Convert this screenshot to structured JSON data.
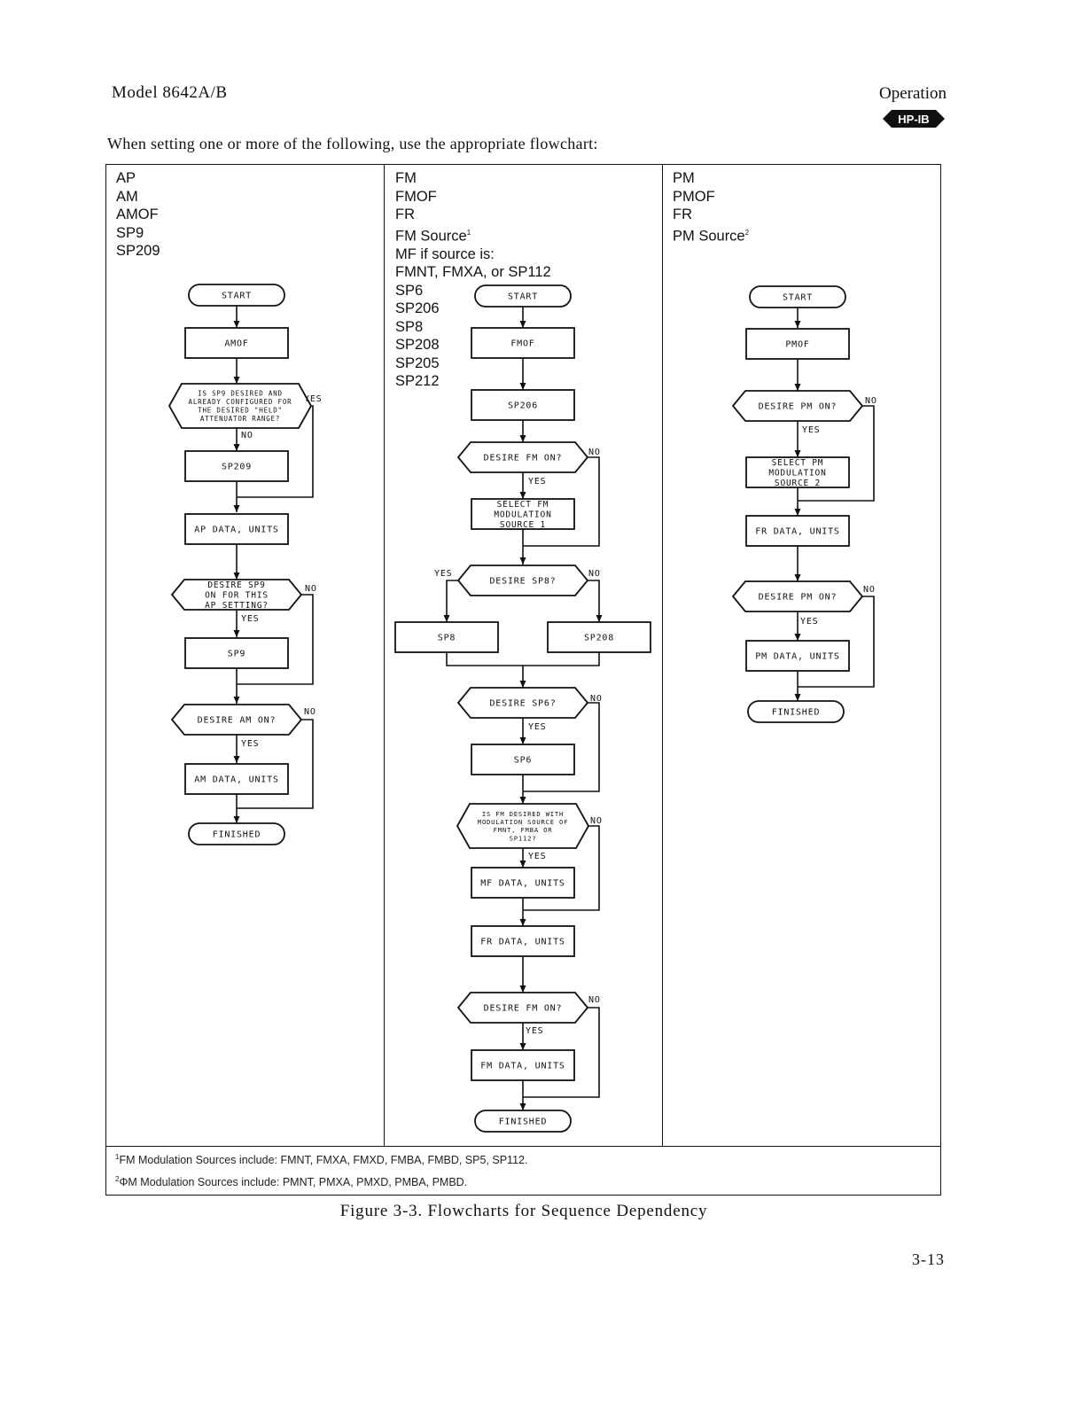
{
  "header": {
    "model": "Model 8642A/B",
    "section": "Operation",
    "badge": "HP-IB"
  },
  "intro": "When setting one or more of the following, use the appropriate flowchart:",
  "columns": [
    {
      "items": [
        "AP",
        "AM",
        "AMOF",
        "SP9",
        "SP209"
      ]
    },
    {
      "items": [
        "FM",
        "FMOF",
        "FR",
        "FM Source",
        "MF if source is:",
        "FMNT, FMXA, or SP112",
        "SP6",
        "SP206",
        "SP8",
        "SP208",
        "SP205",
        "SP212"
      ],
      "footnote_marks": {
        "3": "1"
      }
    },
    {
      "items": [
        "PM",
        "PMOF",
        "FR",
        "PM Source"
      ],
      "footnote_marks": {
        "3": "2"
      }
    }
  ],
  "flowcharts": {
    "left": [
      {
        "id": "start",
        "type": "terminal",
        "text": "START"
      },
      {
        "id": "amof",
        "type": "process",
        "text": "AMOF"
      },
      {
        "id": "q-sp9-held",
        "type": "decision",
        "lines": [
          "IS SP9 DESIRED AND",
          "ALREADY CONFIGURED FOR",
          "THE DESIRED \"HELD\"",
          "ATTENUATOR RANGE?"
        ],
        "yes": "YES",
        "no": "NO"
      },
      {
        "id": "sp209",
        "type": "process",
        "text": "SP209"
      },
      {
        "id": "ap-data",
        "type": "process",
        "text": "AP DATA, UNITS"
      },
      {
        "id": "q-sp9-on",
        "type": "decision",
        "lines": [
          "DESIRE SP9",
          "ON FOR THIS",
          "AP SETTING?"
        ],
        "yes": "YES",
        "no": "NO"
      },
      {
        "id": "sp9",
        "type": "process",
        "text": "SP9"
      },
      {
        "id": "q-am-on",
        "type": "decision",
        "lines": [
          "DESIRE AM ON?"
        ],
        "yes": "YES",
        "no": "NO"
      },
      {
        "id": "am-data",
        "type": "process",
        "text": "AM DATA, UNITS"
      },
      {
        "id": "finished",
        "type": "terminal",
        "text": "FINISHED"
      }
    ],
    "middle": [
      {
        "id": "start",
        "type": "terminal",
        "text": "START"
      },
      {
        "id": "fmof",
        "type": "process",
        "text": "FMOF"
      },
      {
        "id": "sp206",
        "type": "process",
        "text": "SP206"
      },
      {
        "id": "q-fm-on-1",
        "type": "decision",
        "lines": [
          "DESIRE FM ON?"
        ],
        "yes": "YES",
        "no": "NO"
      },
      {
        "id": "select-fm-source",
        "type": "process",
        "lines": [
          "SELECT FM",
          "MODULATION",
          "SOURCE 1"
        ]
      },
      {
        "id": "q-sp8",
        "type": "decision",
        "lines": [
          "DESIRE SP8?"
        ],
        "yes": "YES",
        "no": "NO"
      },
      {
        "id": "sp8",
        "type": "process",
        "text": "SP8"
      },
      {
        "id": "sp208",
        "type": "process",
        "text": "SP208"
      },
      {
        "id": "q-sp6",
        "type": "decision",
        "lines": [
          "DESIRE SP6?"
        ],
        "yes": "YES",
        "no": "NO"
      },
      {
        "id": "sp6",
        "type": "process",
        "text": "SP6"
      },
      {
        "id": "q-fm-source",
        "type": "decision",
        "lines": [
          "IS FM DESIRED WITH",
          "MODULATION SOURCE OF",
          "FMNT, FMBA OR",
          "SP112?"
        ],
        "yes": "YES",
        "no": "NO"
      },
      {
        "id": "mf-data",
        "type": "process",
        "text": "MF DATA, UNITS"
      },
      {
        "id": "fr-data",
        "type": "process",
        "text": "FR DATA, UNITS"
      },
      {
        "id": "q-fm-on-2",
        "type": "decision",
        "lines": [
          "DESIRE FM ON?"
        ],
        "yes": "YES",
        "no": "NO"
      },
      {
        "id": "fm-data",
        "type": "process",
        "text": "FM DATA, UNITS"
      },
      {
        "id": "finished",
        "type": "terminal",
        "text": "FINISHED"
      }
    ],
    "right": [
      {
        "id": "start",
        "type": "terminal",
        "text": "START"
      },
      {
        "id": "pmof",
        "type": "process",
        "text": "PMOF"
      },
      {
        "id": "q-pm-on-1",
        "type": "decision",
        "lines": [
          "DESIRE PM ON?"
        ],
        "yes": "YES",
        "no": "NO"
      },
      {
        "id": "select-pm-source",
        "type": "process",
        "lines": [
          "SELECT PM",
          "MODULATION",
          "SOURCE 2"
        ]
      },
      {
        "id": "fr-data",
        "type": "process",
        "text": "FR DATA, UNITS"
      },
      {
        "id": "q-pm-on-2",
        "type": "decision",
        "lines": [
          "DESIRE PM ON?"
        ],
        "yes": "YES",
        "no": "NO"
      },
      {
        "id": "pm-data",
        "type": "process",
        "text": "PM DATA, UNITS"
      },
      {
        "id": "finished",
        "type": "terminal",
        "text": "FINISHED"
      }
    ]
  },
  "footnotes": [
    {
      "mark": "1",
      "text": "FM Modulation Sources include: FMNT, FMXA, FMXD, FMBA, FMBD, SP5, SP112."
    },
    {
      "mark": "2",
      "text": "ΦM Modulation Sources include: PMNT, PMXA, PMXD, PMBA, PMBD."
    }
  ],
  "caption": "Figure 3-3. Flowcharts for Sequence Dependency",
  "page_number": "3-13"
}
